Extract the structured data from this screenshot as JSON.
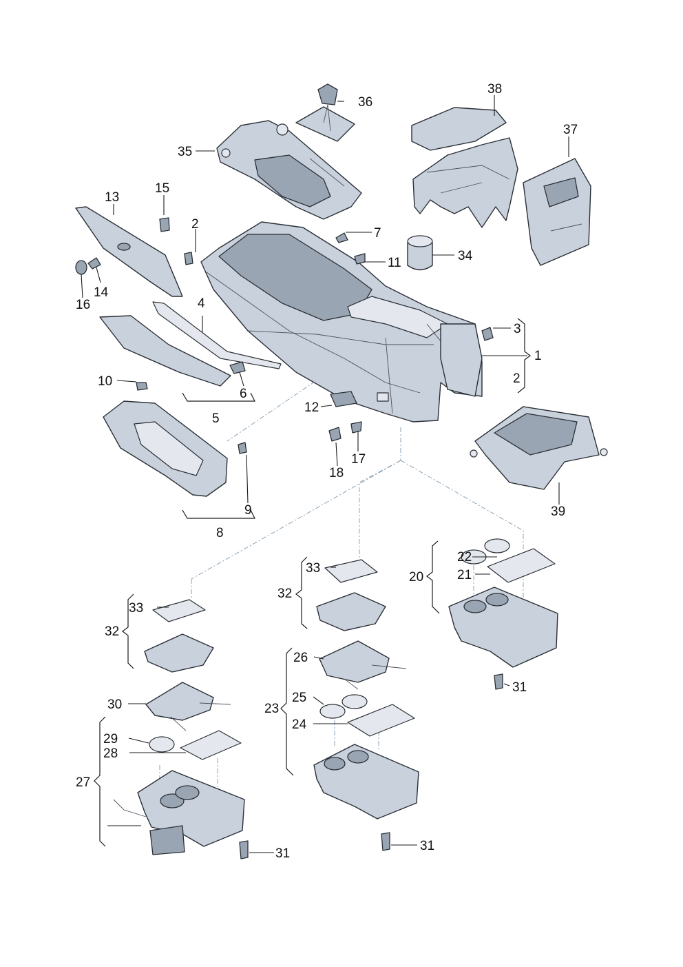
{
  "callouts": {
    "p1": "1",
    "p2a": "2",
    "p2b": "2",
    "p3": "3",
    "p4": "4",
    "p5": "5",
    "p6": "6",
    "p7": "7",
    "p8": "8",
    "p9": "9",
    "p10": "10",
    "p11": "11",
    "p12": "12",
    "p13": "13",
    "p14": "14",
    "p15": "15",
    "p16": "16",
    "p17": "17",
    "p18": "18",
    "p20": "20",
    "p21": "21",
    "p22": "22",
    "p23": "23",
    "p24": "24",
    "p25": "25",
    "p26": "26",
    "p27": "27",
    "p28": "28",
    "p29": "29",
    "p30": "30",
    "p31a": "31",
    "p31b": "31",
    "p31c": "31",
    "p32a": "32",
    "p32b": "32",
    "p33a": "33",
    "p33b": "33",
    "p34": "34",
    "p35": "35",
    "p36": "36",
    "p37": "37",
    "p38": "38",
    "p39": "39"
  }
}
